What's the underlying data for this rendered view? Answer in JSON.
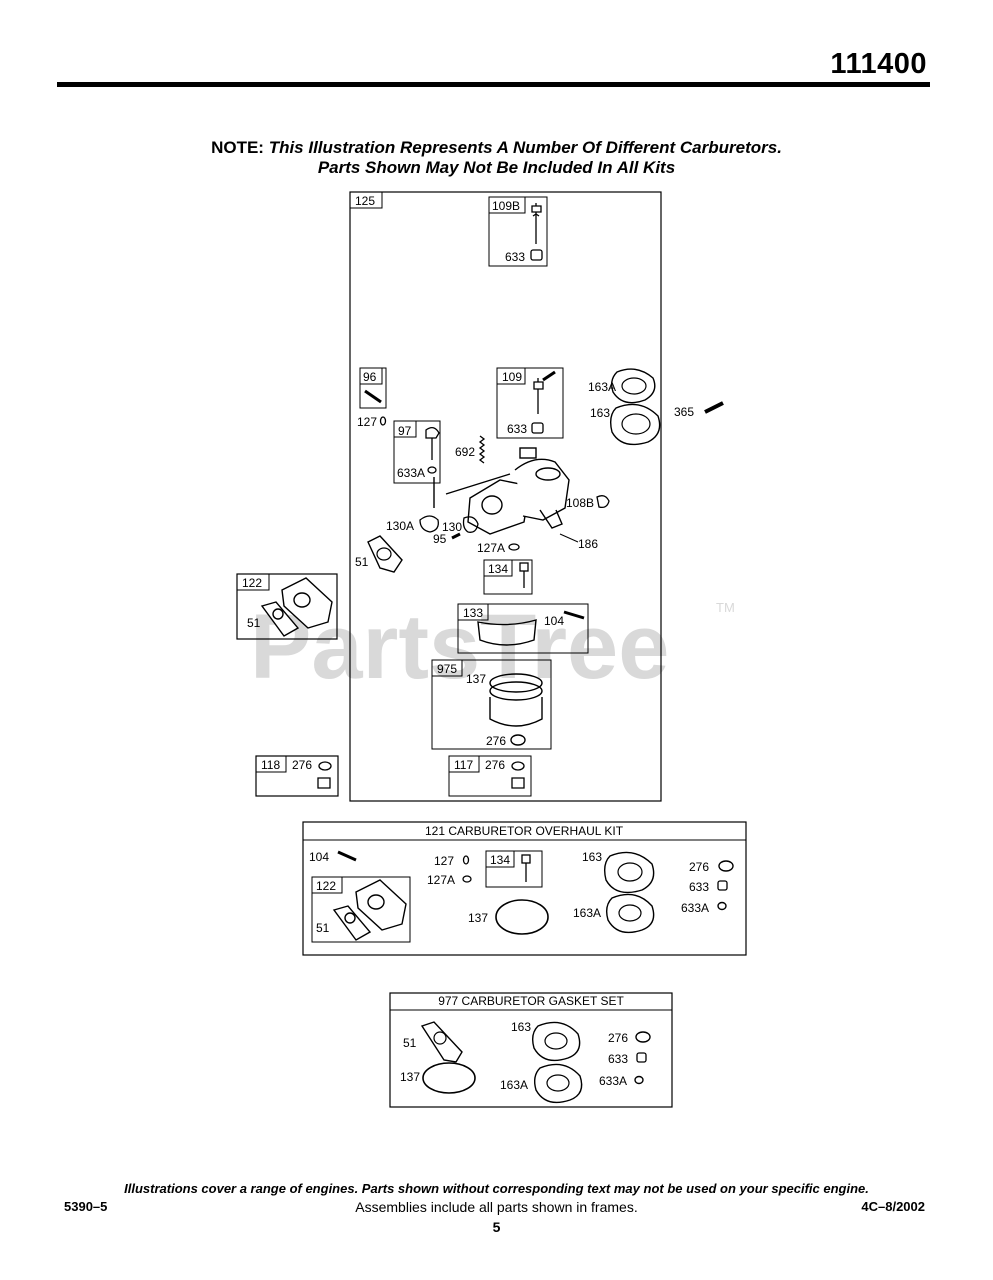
{
  "header": {
    "model_number": "111400"
  },
  "note": {
    "lead": "NOTE:",
    "line1": "This Illustration Represents A Number Of Different Carburetors.",
    "line2": "Parts Shown May Not Be Included In All Kits"
  },
  "watermark": {
    "text": "PartsTree",
    "tm": "TM"
  },
  "main_frame": {
    "label": "125",
    "parts": {
      "p109B": "109B",
      "p633_a": "633",
      "p96": "96",
      "p127_a": "127",
      "p109": "109",
      "p633_b": "633",
      "p163A": "163A",
      "p163": "163",
      "p365": "365",
      "p97": "97",
      "p692": "692",
      "p633A": "633A",
      "p108B": "108B",
      "p130A": "130A",
      "p130": "130",
      "p95": "95",
      "p127A": "127A",
      "p186": "186",
      "p51": "51",
      "p134": "134",
      "p133": "133",
      "p104": "104",
      "p975": "975",
      "p137": "137",
      "p276_a": "276",
      "p117": "117",
      "p276_b": "276"
    }
  },
  "frame_122": {
    "label": "122",
    "part_51": "51"
  },
  "frame_118": {
    "label": "118",
    "part_276": "276"
  },
  "kit_121": {
    "title": "121 CARBURETOR OVERHAUL KIT",
    "parts": {
      "p104": "104",
      "p127": "127",
      "p127A": "127A",
      "p134": "134",
      "p163": "163",
      "p276": "276",
      "p633": "633",
      "p633A": "633A",
      "p122": "122",
      "p51": "51",
      "p137": "137",
      "p163A": "163A"
    }
  },
  "kit_977": {
    "title": "977 CARBURETOR GASKET SET",
    "parts": {
      "p51": "51",
      "p163": "163",
      "p276": "276",
      "p633": "633",
      "p137": "137",
      "p163A": "163A",
      "p633A": "633A"
    }
  },
  "footer": {
    "note": "Illustrations cover a range of engines. Parts shown without corresponding text may not be used on your specific engine.",
    "left": "5390–5",
    "center": "Assemblies include all parts shown in frames.",
    "right": "4C–8/2002",
    "page": "5"
  }
}
